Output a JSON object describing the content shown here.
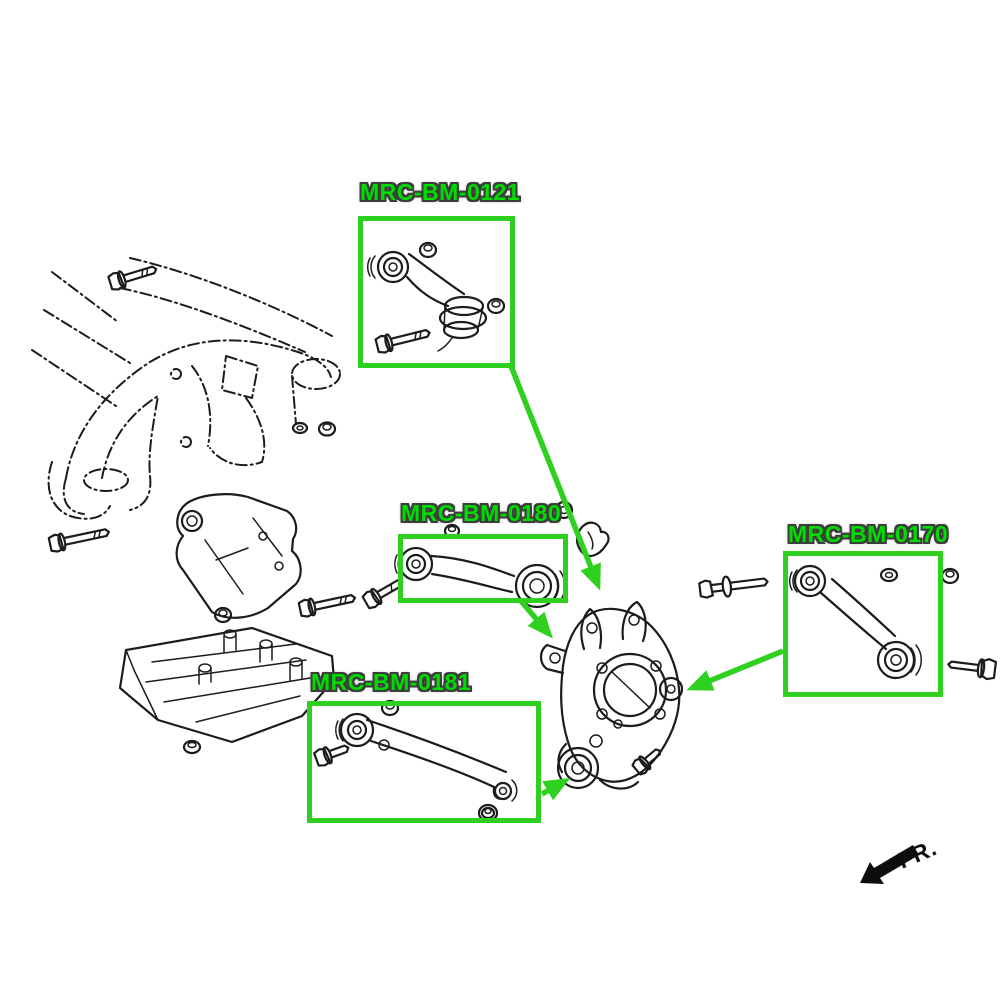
{
  "diagram": {
    "labels": [
      {
        "id": "0121",
        "text": "MRC-BM-0121"
      },
      {
        "id": "0180",
        "text": "MRC-BM-0180"
      },
      {
        "id": "0170",
        "text": "MRC-BM-0170"
      },
      {
        "id": "0181",
        "text": "MRC-BM-0181"
      }
    ],
    "direction_label": "FR.",
    "colors": {
      "highlight_green": "#2fd01f",
      "label_green": "#00dc00",
      "label_outline": "#3d3d3d",
      "line_black": "#1c1c1c",
      "background": "#ffffff"
    }
  }
}
